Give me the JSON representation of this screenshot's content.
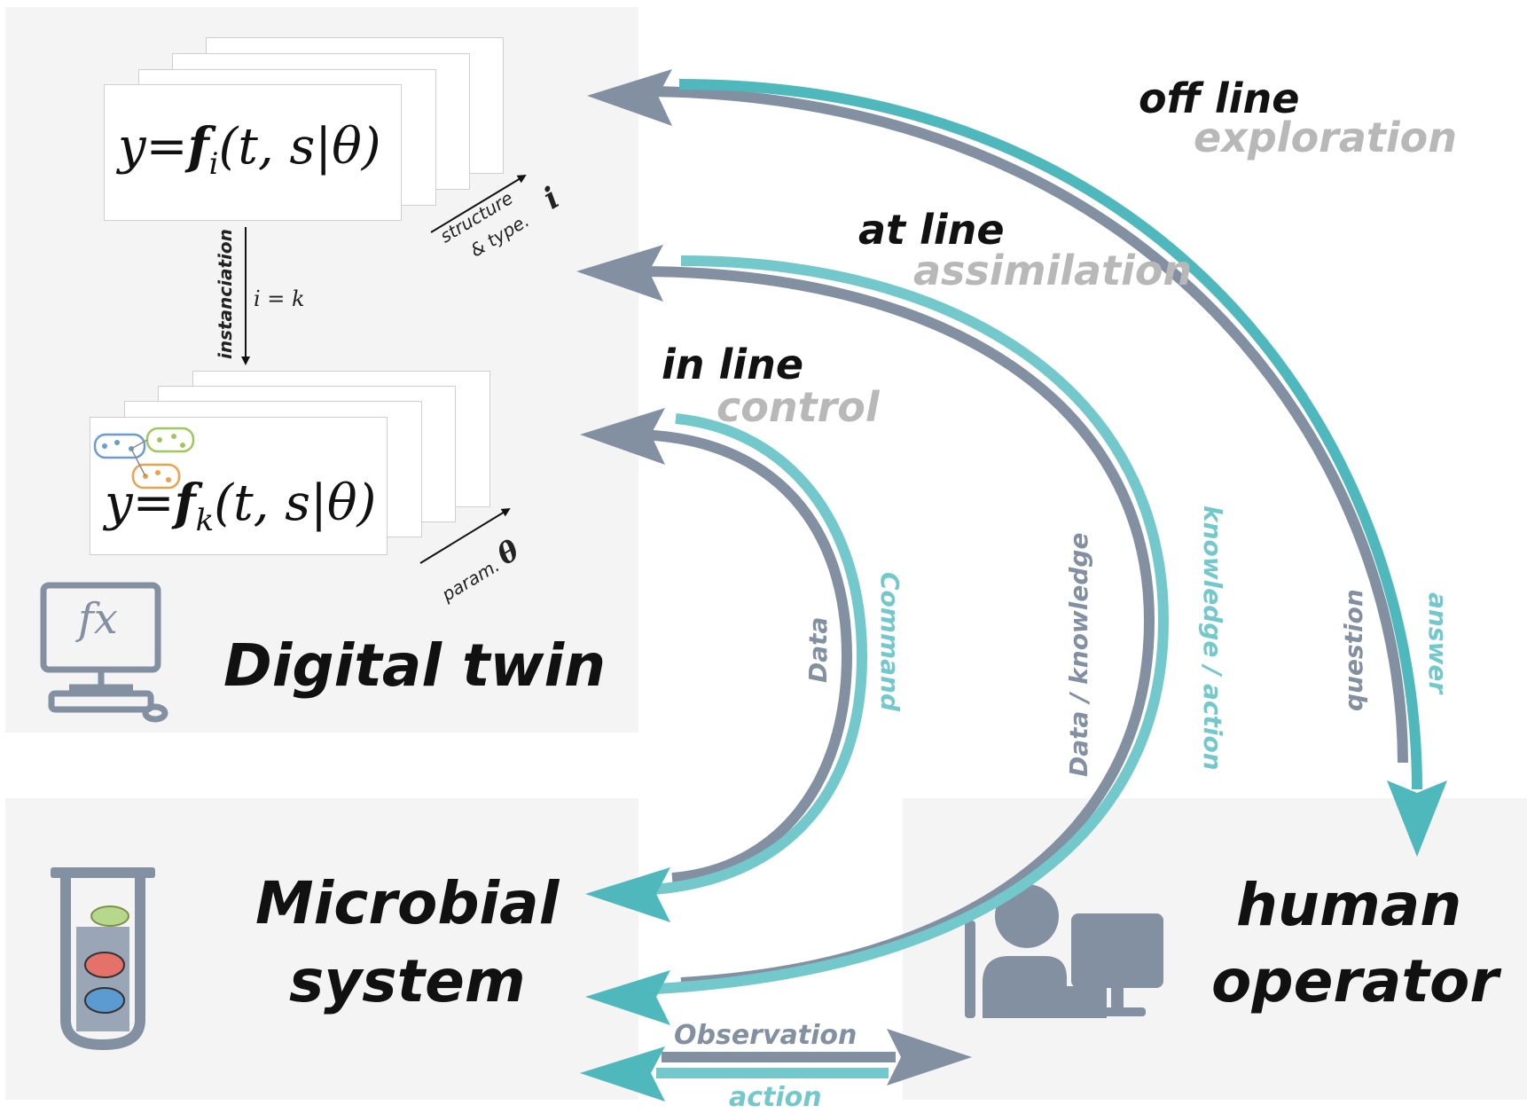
{
  "digital_twin": {
    "title": "Digital twin",
    "equation_general": {
      "lhs": "y",
      "eq": "=",
      "f": "f",
      "sub": "i",
      "args": "(t, s|θ)"
    },
    "equation_instance": {
      "lhs": "y",
      "eq": "=",
      "f": "f",
      "sub": "k",
      "args": "(t, s|θ)"
    },
    "instanciation_label": "instanciation",
    "instanciation_eq": "i = k",
    "structure_label_1": "structure",
    "structure_label_2": "& type.",
    "structure_symbol": "i",
    "param_label": "param.",
    "param_symbol": "θ",
    "icon": "computer-fx-icon",
    "icon_text": "fx"
  },
  "microbial": {
    "line1": "Microbial",
    "line2": "system",
    "icon": "test-tube-bacteria-icon"
  },
  "operator": {
    "line1": "human",
    "line2": "operator",
    "icon": "person-at-computer-icon"
  },
  "modes": {
    "off_line": {
      "title": "off line",
      "sub": "exploration",
      "down": "question",
      "up": "answer"
    },
    "at_line": {
      "title": "at line",
      "sub": "assimilation",
      "down": "Data / knowledge",
      "up": "knowledge / action"
    },
    "in_line": {
      "title": "in line",
      "sub": "control",
      "down": "Data",
      "up": "Command"
    }
  },
  "bottom": {
    "observation": "Observation",
    "action": "action"
  },
  "colors": {
    "grey": "#8290a2",
    "teal": "#4fb8bd",
    "teal_light": "#73c8cc",
    "panel": "#f4f4f4"
  }
}
